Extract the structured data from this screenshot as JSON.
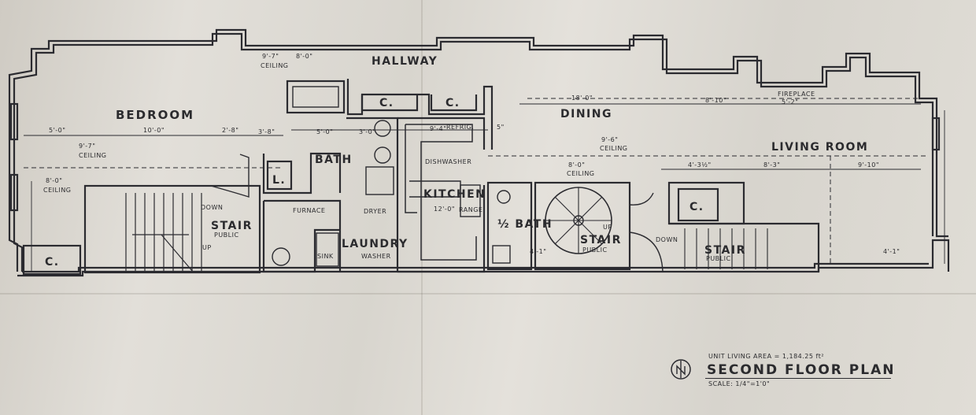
{
  "title_block": {
    "area": "UNIT LIVING AREA = 1,184.25 ft²",
    "title": "SECOND FLOOR PLAN",
    "scale": "SCALE: 1/4\"=1'0\""
  },
  "rooms": {
    "bedroom": "BEDROOM",
    "hallway": "HALLWAY",
    "dining": "DINING",
    "living_room": "LIVING ROOM",
    "bath": "BATH",
    "half_bath": "½ BATH",
    "kitchen": "KITCHEN",
    "laundry": "LAUNDRY",
    "stair": "STAIR",
    "public": "PUBLIC",
    "closet": "C.",
    "linen": "L."
  },
  "fixtures": {
    "furnace": "FURNACE",
    "dryer": "DRYER",
    "washer": "WASHER",
    "sink": "SINK",
    "dishwasher": "DISHWASHER",
    "refrig": "REFRIG.",
    "range": "RANGE",
    "fireplace": "FIREPLACE",
    "fireplace_size": "5'-2\"",
    "down": "DOWN",
    "up": "UP"
  },
  "ceilings": {
    "c1": "9'-7\"",
    "c1_word": "CEILING",
    "c2": "9'-7\"",
    "c2_word": "CEILING",
    "c3": "8'-0\"",
    "c3_word": "CEILING",
    "c4": "9'-6\"",
    "c4_word": "CEILING",
    "c5": "8'-0\"",
    "c5_word": "CEILING"
  },
  "dimensions": {
    "d_hall_1": "8'-0\"",
    "d_bed_1": "5'-0\"",
    "d_bed_2": "10'-0\"",
    "d_2_8": "2'-8\"",
    "d_3_8": "3'-8\"",
    "d_bath_1": "5'-0\"",
    "d_bath_2": "3'-0\"",
    "d_kit_1": "9'-4\"",
    "d_5": "5\"",
    "d_dining_1": "18'-0\"",
    "d_living_1": "8'-10\"",
    "d_living_2": "4'-3½\"",
    "d_living_3": "8'-3\"",
    "d_living_4": "9'-10\"",
    "d_right_1": "4'-1\"",
    "d_half_bath": "4'-1\"",
    "d_kitchen_v": "12'-0\"",
    "d_stair_up": "UP"
  }
}
